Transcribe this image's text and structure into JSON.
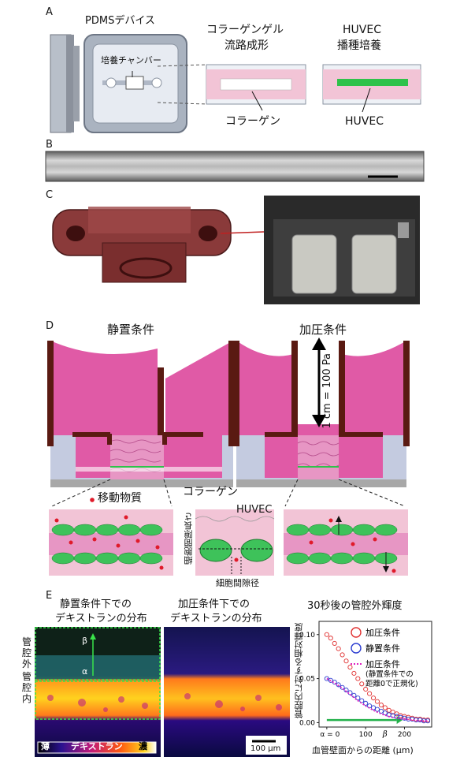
{
  "panels": {
    "a": "A",
    "b": "B",
    "c": "C",
    "d": "D",
    "e": "E"
  },
  "panelA": {
    "device_title": "PDMSデバイス",
    "chamber": "培養チャンバー",
    "step1_line1": "コラーゲンゲル",
    "step1_line2": "流路成形",
    "step2_line1": "HUVEC",
    "step2_line2": "播種培養",
    "collagen": "コラーゲン",
    "huvec": "HUVEC"
  },
  "panelD": {
    "static": "静置条件",
    "pressure": "加圧条件",
    "pressure_label": "1 cm = 100 Pa",
    "moving": "移動物質",
    "collagen": "コラーゲン",
    "huvec": "HUVEC",
    "gap_length": "細胞間隙長さ",
    "gap_diam": "細胞間隙径"
  },
  "panelE": {
    "title_static_1": "静置条件下での",
    "title_static_2": "デキストランの分布",
    "title_pressure_1": "加圧条件下での",
    "title_pressure_2": "デキストランの分布",
    "outside_1": "管",
    "outside_2": "腔",
    "outside_3": "外",
    "inside_1": "管",
    "inside_2": "腔",
    "inside_3": "内",
    "beta": "β",
    "alpha": "α",
    "cbar_thin": "薄",
    "cbar_mid": "デキストラン",
    "cbar_thick": "濃",
    "scale": "100 μm"
  },
  "chart_data": {
    "type": "scatter",
    "title": "30秒後の管腔外輝度",
    "xlabel": "血管壁面からの距離 (μm)",
    "ylabel": "管腔内に対する相対輝度",
    "xlim": [
      -20,
      270
    ],
    "ylim": [
      -0.005,
      0.115
    ],
    "x_ticks": [
      0,
      100,
      200
    ],
    "x_tick_labels": [
      "0",
      "100",
      "200"
    ],
    "y_ticks": [
      0.0,
      0.05,
      0.1
    ],
    "y_tick_labels": [
      "0.00",
      "0.05",
      "0.10"
    ],
    "alpha_label": "α = 0",
    "beta_label": "β",
    "legend": {
      "placement": "top-right"
    },
    "series": [
      {
        "name": "加圧条件",
        "color": "#e03030",
        "marker": "circle",
        "x": [
          0,
          10,
          20,
          30,
          40,
          50,
          60,
          70,
          80,
          90,
          100,
          110,
          120,
          130,
          140,
          150,
          160,
          170,
          180,
          190,
          200,
          210,
          220,
          230,
          240,
          250,
          260
        ],
        "y": [
          0.1,
          0.096,
          0.09,
          0.084,
          0.077,
          0.07,
          0.063,
          0.056,
          0.05,
          0.044,
          0.038,
          0.033,
          0.028,
          0.024,
          0.02,
          0.017,
          0.014,
          0.012,
          0.01,
          0.008,
          0.007,
          0.006,
          0.005,
          0.004,
          0.004,
          0.003,
          0.003
        ]
      },
      {
        "name": "静置条件",
        "color": "#2a3bd0",
        "marker": "circle",
        "x": [
          0,
          10,
          20,
          30,
          40,
          50,
          60,
          70,
          80,
          90,
          100,
          110,
          120,
          130,
          140,
          150,
          160,
          170,
          180,
          190,
          200,
          210,
          220,
          230,
          240,
          250,
          260
        ],
        "y": [
          0.05,
          0.048,
          0.046,
          0.043,
          0.04,
          0.037,
          0.034,
          0.031,
          0.028,
          0.025,
          0.022,
          0.019,
          0.017,
          0.015,
          0.013,
          0.011,
          0.009,
          0.008,
          0.007,
          0.006,
          0.005,
          0.004,
          0.004,
          0.003,
          0.003,
          0.002,
          0.002
        ]
      },
      {
        "name": "加圧条件\n(静置条件での\n距離0で正規化)",
        "color": "#e020c0",
        "marker": "dotted-line",
        "x": [
          0,
          20,
          40,
          60,
          80,
          100,
          120,
          140,
          160,
          180,
          200,
          220,
          240,
          260
        ],
        "y": [
          0.05,
          0.045,
          0.039,
          0.032,
          0.025,
          0.019,
          0.014,
          0.01,
          0.007,
          0.005,
          0.004,
          0.003,
          0.002,
          0.002
        ]
      }
    ]
  },
  "colors": {
    "pink": "#e05aa6",
    "dark_wall": "#5a1a12",
    "collagen": "#f2c4d6",
    "green": "#2ec24a",
    "blue_grey": "#c4cbe0"
  }
}
